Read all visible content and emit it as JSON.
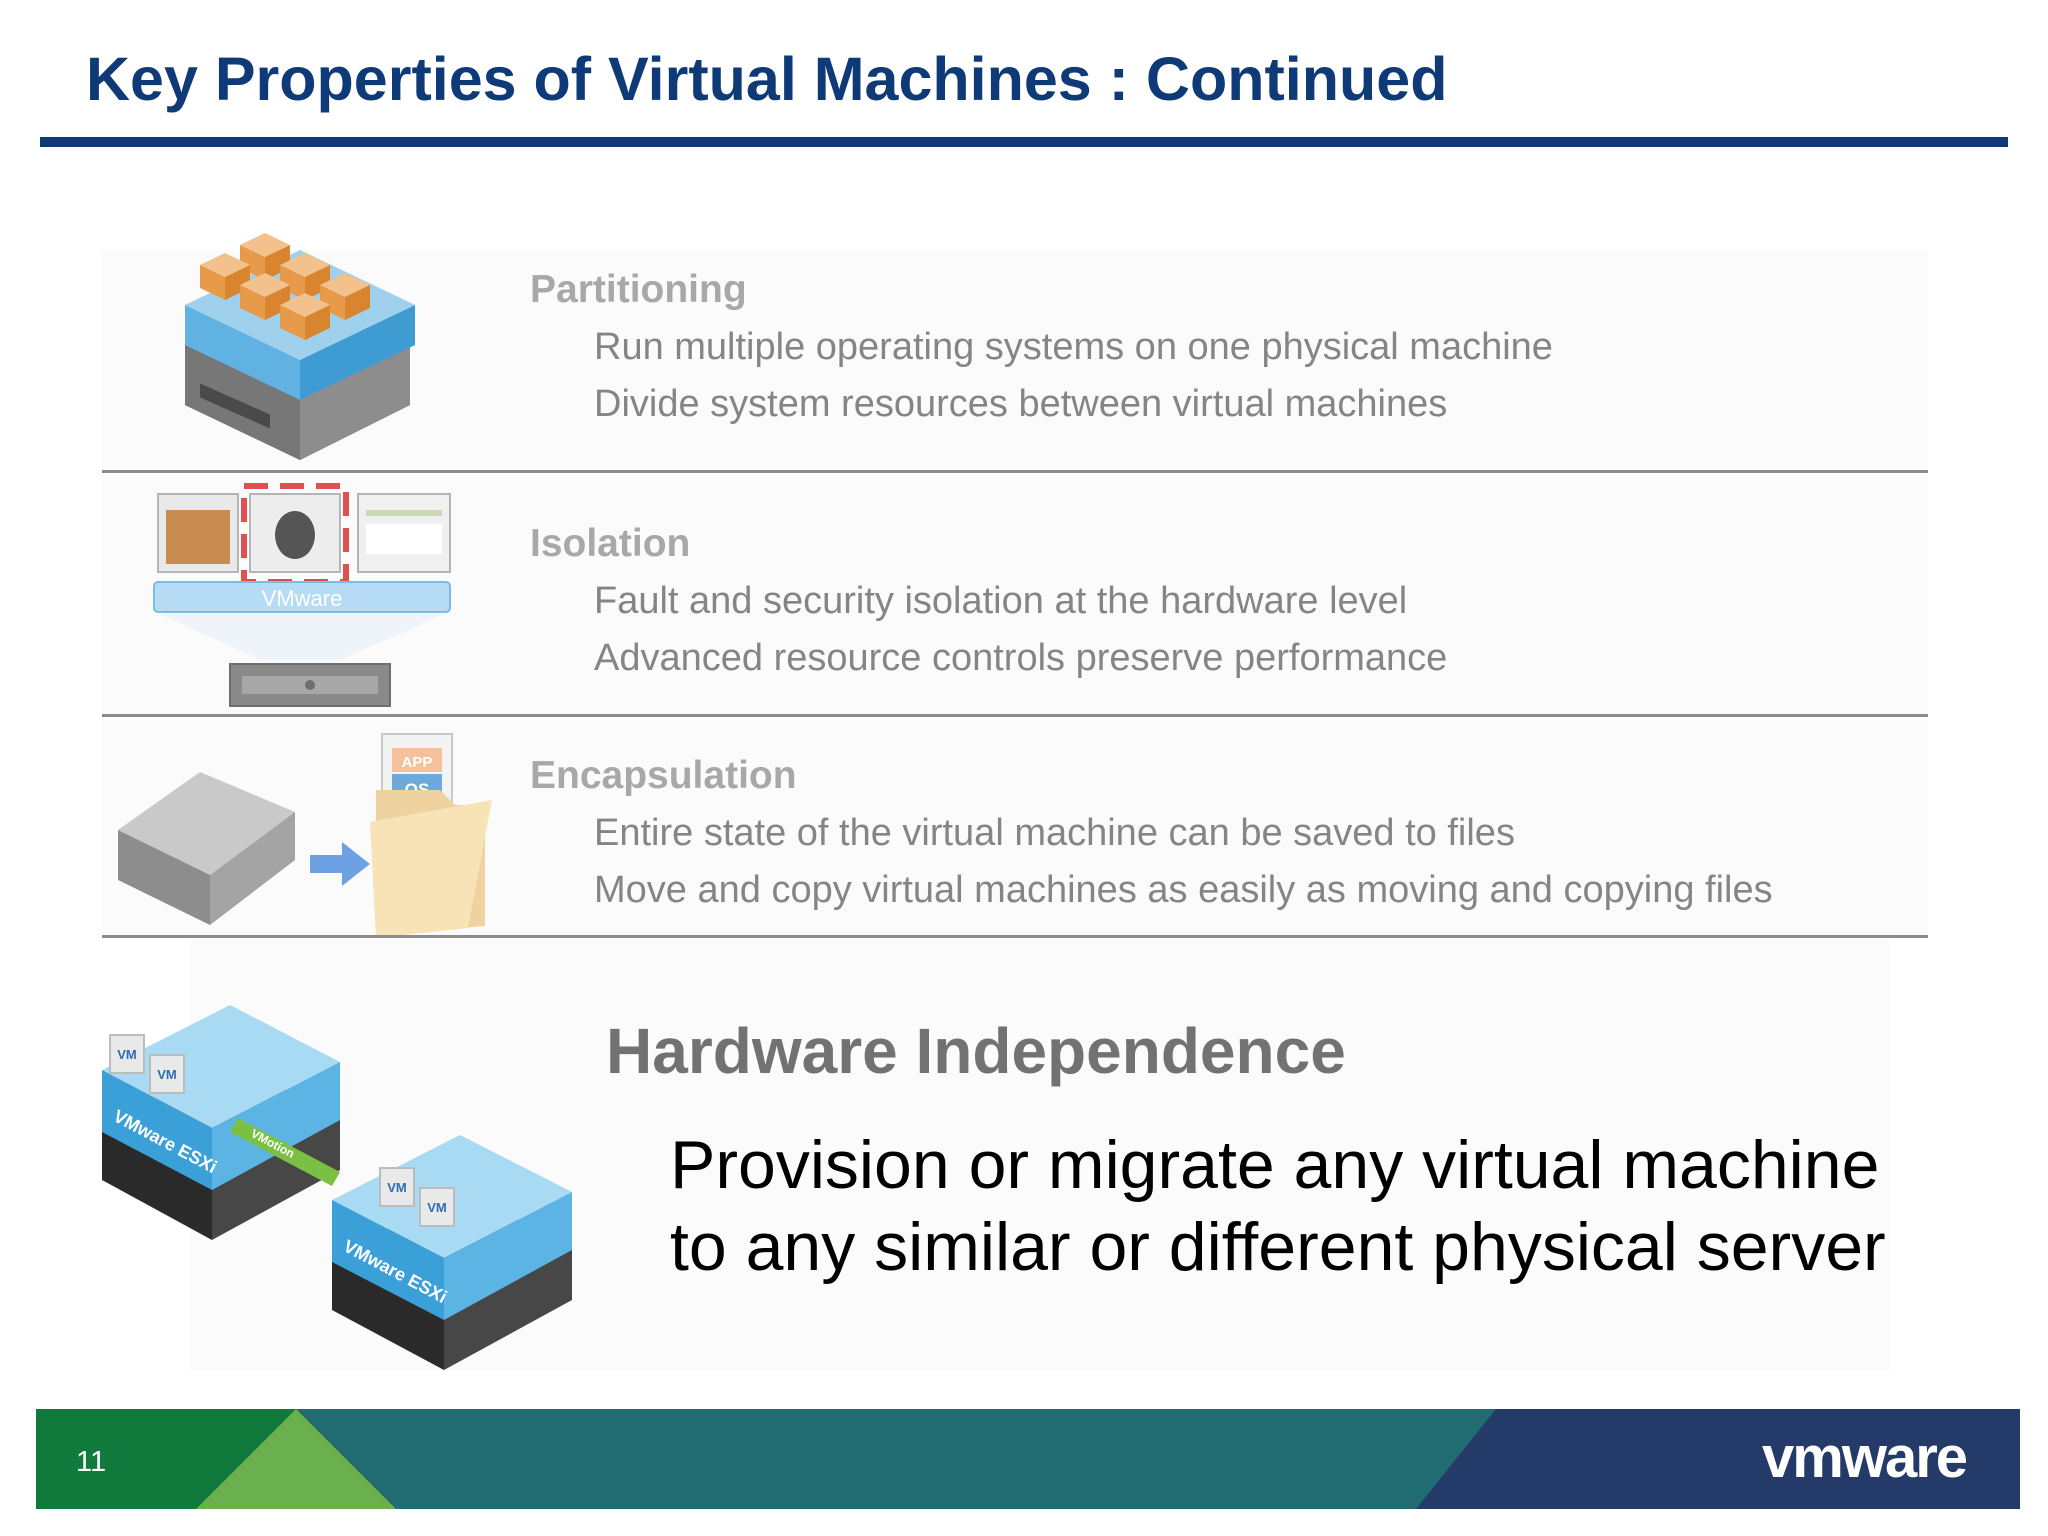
{
  "title": "Key Properties of Virtual Machines : Continued",
  "sections": [
    {
      "heading": "Partitioning",
      "lines": [
        "Run multiple operating systems on one physical machine",
        "Divide system resources between virtual machines"
      ]
    },
    {
      "heading": "Isolation",
      "lines": [
        "Fault and security isolation at the hardware level",
        "Advanced resource controls preserve performance"
      ],
      "illustration_label": "VMware"
    },
    {
      "heading": "Encapsulation",
      "lines": [
        "Entire state of the virtual machine can be saved to files",
        "Move and copy virtual machines as easily as moving and copying files"
      ],
      "illustration_labels": [
        "APP",
        "OS"
      ]
    }
  ],
  "hardware": {
    "heading": "Hardware Independence",
    "lines": [
      "Provision or migrate any virtual machine",
      "to any similar or different physical server"
    ],
    "illustration_labels": {
      "vm": "VM",
      "esxi": "VMware ESXi",
      "motion": "VMotion"
    }
  },
  "footer": {
    "page_number": "11",
    "logo": "vmware"
  },
  "colors": {
    "title": "#0e3a78",
    "footer_green": "#0f7a3c",
    "footer_teal": "#216b72",
    "footer_navy": "#243a68"
  }
}
